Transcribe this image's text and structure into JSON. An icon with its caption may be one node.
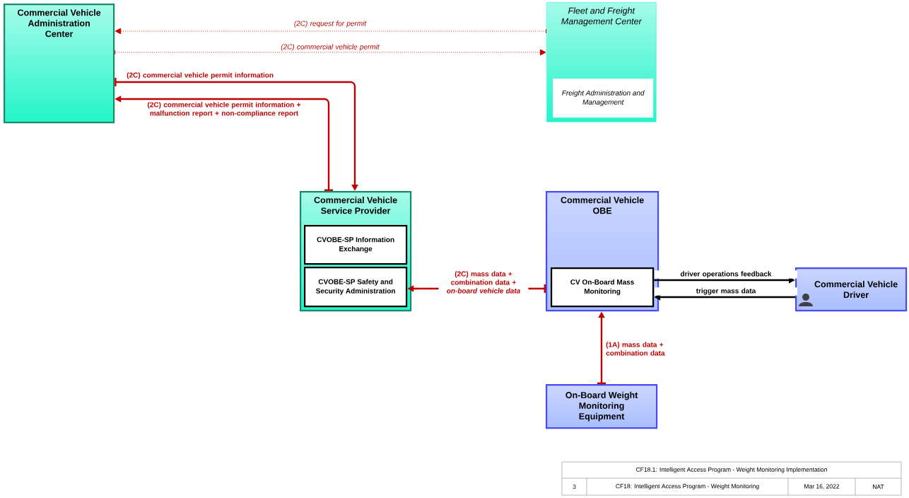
{
  "diagram": {
    "nodes": [
      {
        "text": [
          "Commercial Vehicle Administration Center"
        ]
      },
      {
        "text": [
          "Fleet and Freight Management Center"
        ]
      },
      {
        "text": [
          "Freight Administration and Management"
        ],
        "in": 1
      },
      {
        "text": [
          "Commercial Vehicle Service Provider"
        ]
      },
      {
        "text": [
          "CVOBE-SP Information Exchange"
        ],
        "in": 3
      },
      {
        "text": [
          "CVOBE-SP Safety and Security Administration"
        ],
        "in": 3
      },
      {
        "text": [
          "Commercial Vehicle OBE"
        ]
      },
      {
        "text": [
          "CV On-Board Mass Monitoring"
        ],
        "in": 6
      },
      {
        "text": [
          "Commercial Vehicle Driver"
        ]
      },
      {
        "text": [
          "On-Board Weight Monitoring Equipment"
        ]
      }
    ],
    "edges": [
      {
        "from": 1,
        "to": 0,
        "arrow": "to",
        "label": "(2C) request for permit",
        "style": "dashed"
      },
      {
        "from": 0,
        "to": 1,
        "arrow": "to",
        "label": "(2C) commercial vehicle permit",
        "style": "dashed"
      },
      {
        "from": 0,
        "to": 3,
        "arrow": "to",
        "label": "(2C) commercial vehicle permit information"
      },
      {
        "from": 3,
        "to": 0,
        "arrow": "to",
        "label": "(2C) commercial vehicle permit information + malfunction report + non-compliance report"
      },
      {
        "from": 6,
        "to": 5,
        "arrow": "to",
        "label": "(2C) **mass data + combination data +** *on-board vehicle data*"
      },
      {
        "from": 7,
        "to": 8,
        "arrow": "to",
        "label": "driver operations feedback",
        "color": "#000000"
      },
      {
        "from": 8,
        "to": 7,
        "arrow": "to",
        "label": "trigger mass data",
        "color": "#000000"
      },
      {
        "from": 9,
        "to": 6,
        "arrow": "to",
        "label": "(1A) mass data + combination data"
      }
    ],
    "labels": [
      "CF18.1: Intelligent Access Program - Weight Monitoring Implementation",
      "3",
      "CF18: Intelligent Access Program - Weight Monitoring",
      "Mar 16, 2022",
      "NAT"
    ]
  }
}
